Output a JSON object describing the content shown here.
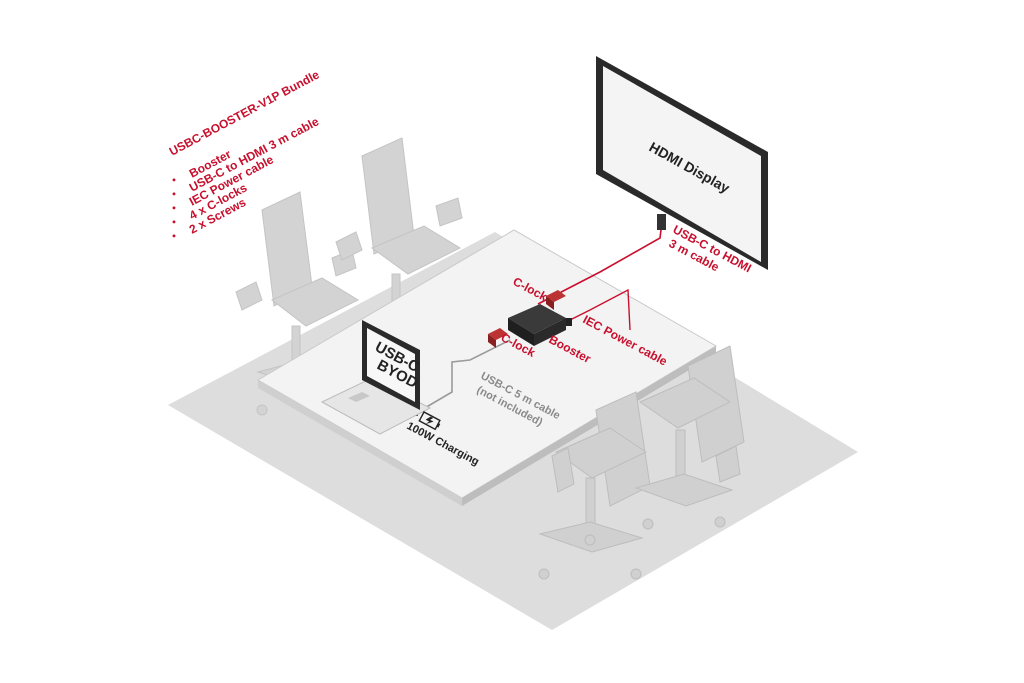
{
  "bundle": {
    "title": "USBC-BOOSTER-V1P Bundle",
    "items": [
      "Booster",
      "USB-C to HDMI 3 m cable",
      "IEC Power cable",
      "4 x C-locks",
      "2 x Screws"
    ]
  },
  "display": {
    "label": "HDMI Display"
  },
  "laptop": {
    "line1": "USB-C",
    "line2": "BYOD"
  },
  "callouts": {
    "hdmi_cable_line1": "USB-C to HDMI",
    "hdmi_cable_line2": "3 m cable",
    "clock_top": "C-lock",
    "clock_bottom": "C-lock",
    "booster": "Booster",
    "iec_power": "IEC Power cable",
    "usbc_cable_line1": "USB-C 5 m cable",
    "usbc_cable_line2": "(not included)",
    "charging": "100W Charging"
  },
  "colors": {
    "accent_red": "#c8102e",
    "floor": "#dcdcdc",
    "table": "#f3f3f3",
    "chair": "#cfcfcf",
    "cable_gray": "#9a9a9a"
  }
}
